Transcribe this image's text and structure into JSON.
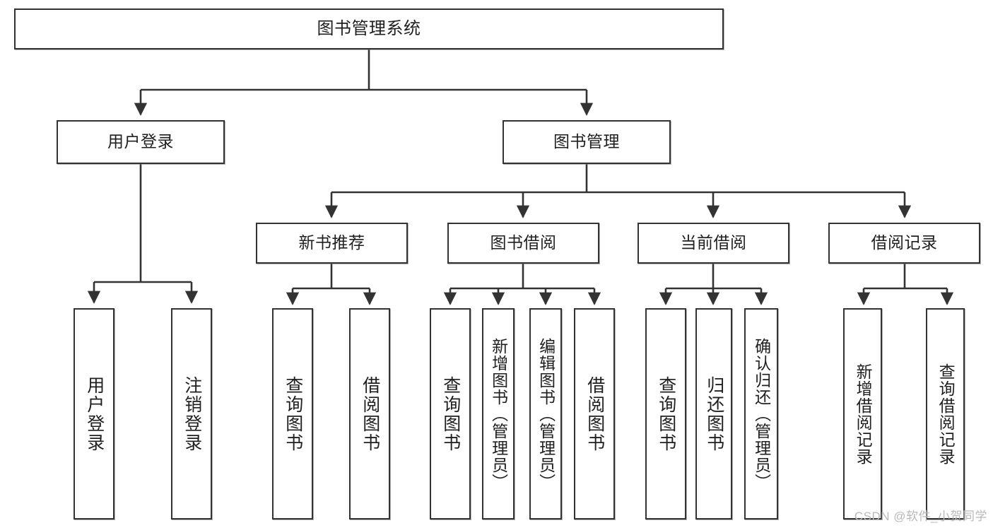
{
  "diagram": {
    "title": "图书管理系统",
    "type": "hierarchy-tree",
    "orientation": "top-down",
    "colors": {
      "box_border": "#333333",
      "box_fill": "#ffffff",
      "edge": "#333333",
      "text": "#1f1f1f",
      "watermark": "#b9b9b9"
    },
    "nodes": {
      "root": {
        "label": "图书管理系统",
        "level": 1
      },
      "level2": [
        {
          "id": "user-login",
          "label": "用户登录",
          "level": 2
        },
        {
          "id": "book-manage",
          "label": "图书管理",
          "level": 2
        }
      ],
      "level3": [
        {
          "id": "new-book-recommend",
          "label": "新书推荐",
          "level": 3
        },
        {
          "id": "book-borrow",
          "label": "图书借阅",
          "level": 3
        },
        {
          "id": "current-borrow",
          "label": "当前借阅",
          "level": 3
        },
        {
          "id": "borrow-record",
          "label": "借阅记录",
          "level": 3
        }
      ],
      "leaves": {
        "user_login": [
          {
            "id": "leaf-user-login",
            "label": "用户登录"
          },
          {
            "id": "leaf-logout-login",
            "label": "注销登录"
          }
        ],
        "new_book_recommend": [
          {
            "id": "leaf-query-book-1",
            "label": "查询图书"
          },
          {
            "id": "leaf-borrow-book-1",
            "label": "借阅图书"
          }
        ],
        "book_borrow": [
          {
            "id": "leaf-query-book-2",
            "label": "查询图书"
          },
          {
            "id": "leaf-add-book",
            "label": "新增图书（管理员）"
          },
          {
            "id": "leaf-edit-book",
            "label": "编辑图书（管理员）"
          },
          {
            "id": "leaf-borrow-book-2",
            "label": "借阅图书"
          }
        ],
        "current_borrow": [
          {
            "id": "leaf-query-book-3",
            "label": "查询图书"
          },
          {
            "id": "leaf-return-book",
            "label": "归还图书"
          },
          {
            "id": "leaf-confirm-return",
            "label": "确认归还（管理员）"
          }
        ],
        "borrow_record": [
          {
            "id": "leaf-add-record",
            "label": "新增借阅记录"
          },
          {
            "id": "leaf-query-record",
            "label": "查询借阅记录"
          }
        ]
      }
    }
  },
  "watermark": "CSDN @软件_小贺同学"
}
